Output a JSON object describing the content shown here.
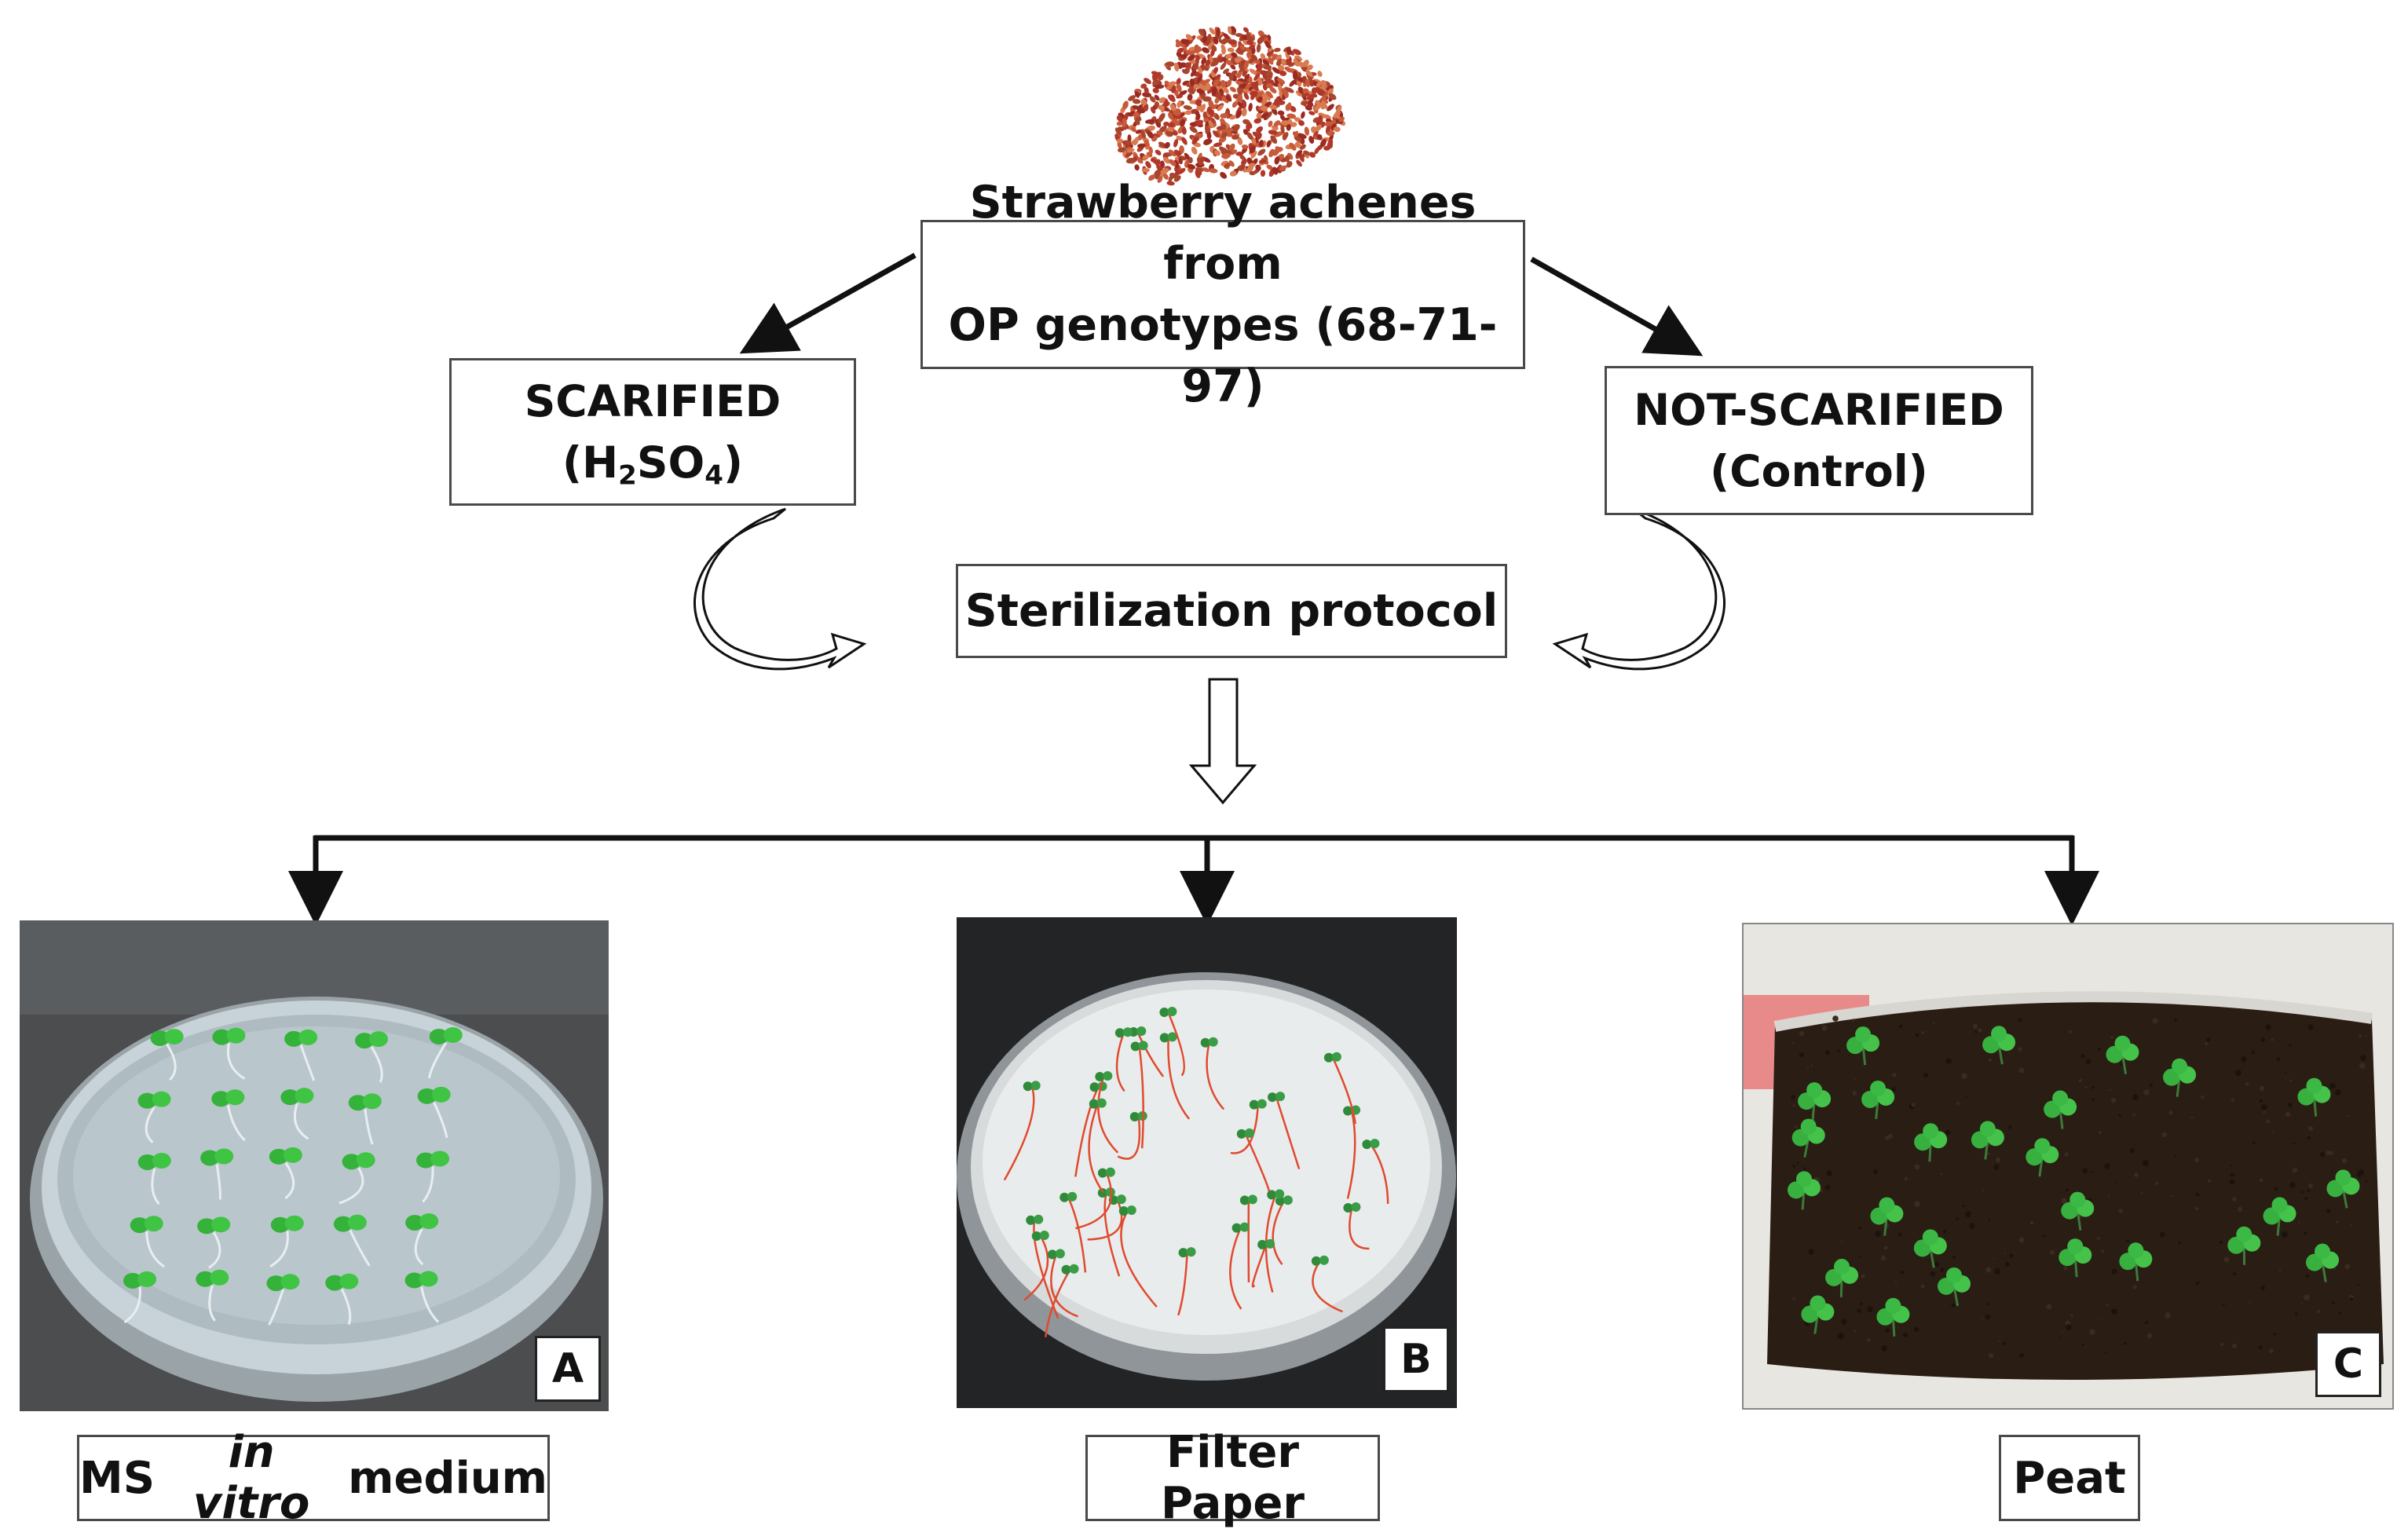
{
  "source": {
    "line1": "Strawberry achenes from",
    "line2": "OP genotypes (68-71-97)"
  },
  "scarified": {
    "line1": "SCARIFIED",
    "chem_open": "(H",
    "chem_sub1": "2",
    "chem_mid": "SO",
    "chem_sub2": "4",
    "chem_close": ")"
  },
  "not_scarified": {
    "line1": "NOT-SCARIFIED",
    "line2": "(Control)"
  },
  "sterilization": "Sterilization protocol",
  "panels": [
    {
      "letter": "A",
      "caption_pre": "MS ",
      "caption_italic": "in vitro",
      "caption_post": " medium"
    },
    {
      "letter": "B",
      "caption": "Filter Paper"
    },
    {
      "letter": "C",
      "caption": "Peat"
    }
  ],
  "colors": {
    "box_border": "#4a4a4a",
    "arrow": "#111111",
    "seed_red": "#b0382a",
    "soil": "#2a1d14",
    "seedling_green": "#35b23a",
    "root_red": "#e04a2f"
  }
}
